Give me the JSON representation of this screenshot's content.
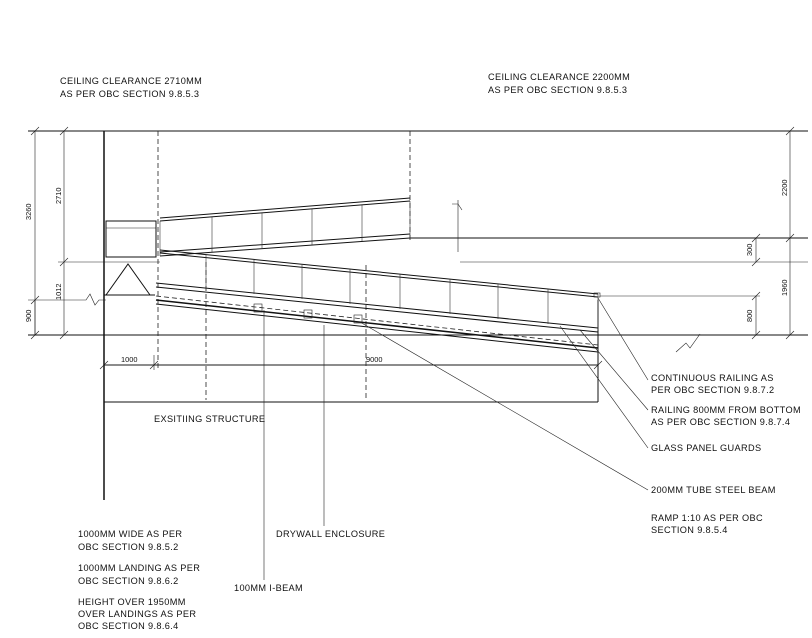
{
  "notes": {
    "ceiling_left": [
      "CEILING CLEARANCE 2710MM",
      "AS PER OBC SECTION 9.8.5.3"
    ],
    "ceiling_right": [
      "CEILING CLEARANCE 2200MM",
      "AS PER OBC SECTION 9.8.5.3"
    ],
    "existing_structure": "EXSITIING STRUCTURE",
    "drywall": "DRYWALL ENCLOSURE",
    "ibeam": "100MM I-BEAM",
    "width": [
      "1000MM WIDE AS PER",
      "OBC SECTION 9.8.5.2"
    ],
    "landing": [
      "1000MM LANDING AS PER",
      "OBC SECTION 9.8.6.2"
    ],
    "height_over": [
      "HEIGHT OVER 1950MM",
      "OVER LANDINGS AS PER",
      "OBC SECTION 9.8.6.4"
    ],
    "railing_continuous": [
      "CONTINUOUS RAILING AS",
      "PER OBC SECTION 9.8.7.2"
    ],
    "railing_height": [
      "RAILING 800MM FROM BOTTOM",
      "AS PER OBC SECTION 9.8.7.4"
    ],
    "glass": "GLASS PANEL GUARDS",
    "tube_beam": "200MM TUBE STEEL BEAM",
    "ramp": [
      "RAMP 1:10 AS PER OBC",
      "SECTION 9.8.5.4"
    ]
  },
  "dimensions": {
    "d3260": "3260",
    "d2710": "2710",
    "d1012": "1012",
    "d900": "900",
    "d2200": "2200",
    "d300": "300",
    "d1960": "1960",
    "d800": "800",
    "d1000": "1000",
    "d9000": "9000"
  }
}
